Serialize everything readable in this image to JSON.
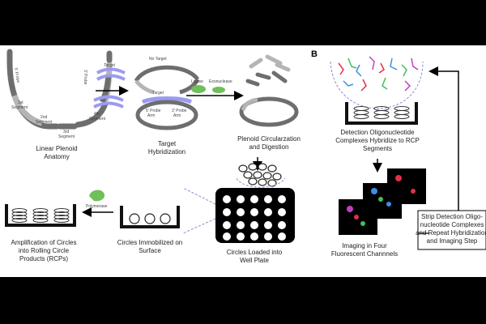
{
  "panel_b_letter": "B",
  "captions": {
    "linear_anatomy": [
      "Linear Plenoid",
      "Anatomy"
    ],
    "target_hyb": [
      "Target",
      "Hybridization"
    ],
    "circ_digest": [
      "Plenoid Circularzation",
      "and Digestion"
    ],
    "loaded": [
      "Circles Loaded into",
      "Well Plate"
    ],
    "immobilized": [
      "Circles Immobilized on",
      "Surface"
    ],
    "amplification": [
      "Amplification of Circles",
      "into Rolling Circle",
      "Products (RCPs)"
    ],
    "detection": [
      "Detection Oligonucleotide",
      "Complexes Hybridize to RCP",
      "Segments"
    ],
    "imaging": [
      "Imaging in Four",
      "Fluorescent Channnels"
    ],
    "strip": [
      "Strip Detection Oligo-",
      "nucleotide Complexes",
      "and Repeat Hybridization",
      "and Imaging Step"
    ]
  },
  "small_labels": {
    "target": "Target",
    "no_target": "No Target",
    "target_on_ring": "Target",
    "ligase": "Ligase",
    "exonuclease": "Exonuclease",
    "polymerase": "Polymerase",
    "probe5": [
      "5' Probe",
      "Arm"
    ],
    "probe3": [
      "3' Probe",
      "Arm"
    ],
    "linear_5": [
      "5' Probe",
      "Arm"
    ],
    "linear_1": [
      "1st",
      "Segment"
    ],
    "linear_2": [
      "2nd",
      "Segment"
    ],
    "linear_3": [
      "3rd",
      "Segment"
    ],
    "linear_4": [
      "4th",
      "Segment"
    ],
    "linear_3p": [
      "3' Probe",
      "Arm"
    ]
  },
  "colors": {
    "segment_gray": "#6e6e6e",
    "light_gray": "#b5b5b5",
    "target_blue": "#9b9bf0",
    "enzyme_green": "#6fbf5a",
    "well_black": "#000000",
    "dashed_blue": "#8a8ad6",
    "fluor_red": "#e0304a",
    "fluor_green": "#3fbf5f",
    "fluor_blue": "#3a8fe8",
    "fluor_magenta": "#c040c0"
  }
}
